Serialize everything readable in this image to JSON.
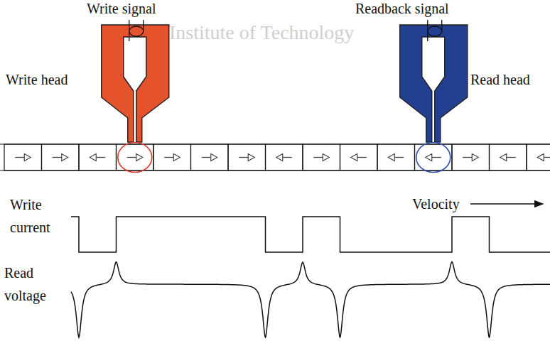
{
  "diagram": {
    "labels": [
      "Write signal",
      "Readback signal",
      "Institute of Technology",
      "Write head",
      "Read head",
      "Velocity",
      "Write current",
      "Read voltage"
    ]
  }
}
